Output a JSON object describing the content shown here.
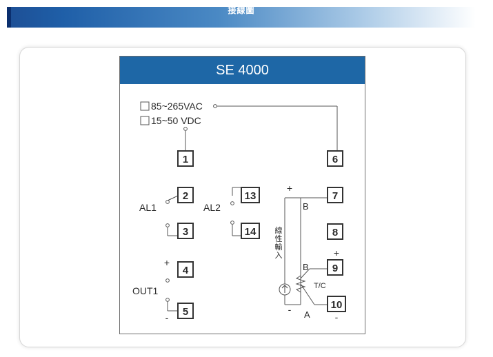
{
  "page": {
    "header_title": "接線圖"
  },
  "diagram": {
    "model": "SE 4000",
    "power": {
      "ac_option": "85~265VAC",
      "dc_option": "15~50  VDC"
    },
    "terminals": [
      "1",
      "2",
      "3",
      "4",
      "5",
      "6",
      "7",
      "8",
      "9",
      "10",
      "13",
      "14"
    ],
    "labels": {
      "al1": "AL1",
      "al2": "AL2",
      "out1": "OUT1",
      "plus": "+",
      "minus": "-",
      "linear_input_chars": [
        "線",
        "性",
        "輸",
        "入"
      ],
      "b": "B",
      "a": "A",
      "tc": "T/C"
    }
  }
}
